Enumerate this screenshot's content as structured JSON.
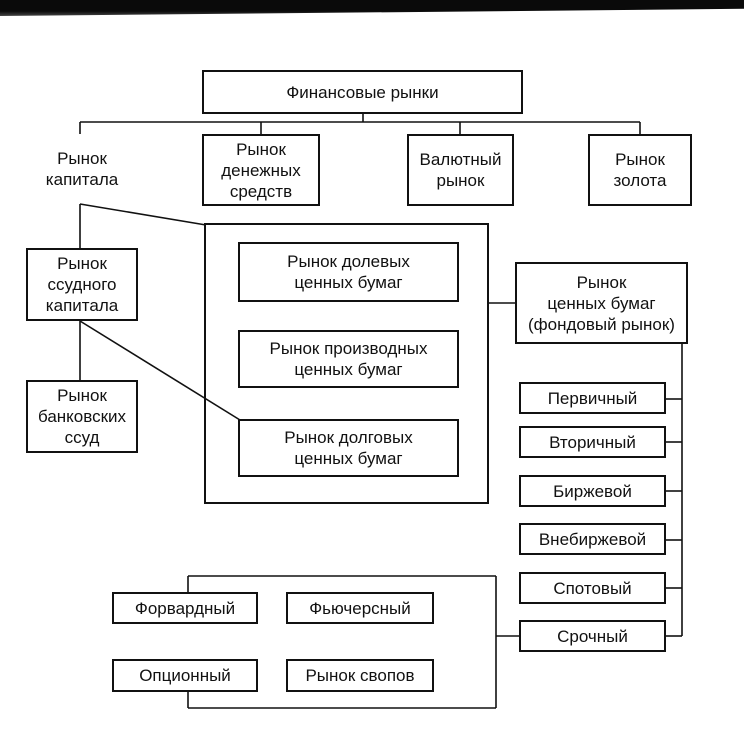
{
  "root": "Финансовые рынки",
  "level1": {
    "capital": "Рынок\nкапитала",
    "money": "Рынок\nденежных\nсредств",
    "currency": "Валютный\nрынок",
    "gold": "Рынок\nзолота"
  },
  "loan_capital": "Рынок\nссудного\nкапитала",
  "bank_loans": "Рынок\nбанковских\nссуд",
  "securities_types": {
    "equity": "Рынок долевых\nценных бумаг",
    "derivative": "Рынок производных\nценных бумаг",
    "debt": "Рынок долговых\nценных бумаг"
  },
  "securities_market": "Рынок\nценных бумаг\n(фондовый рынок)",
  "segments": [
    "Первичный",
    "Вторичный",
    "Биржевой",
    "Внебиржевой",
    "Спотовый",
    "Срочный"
  ],
  "derivatives": {
    "forward": "Форвардный",
    "futures": "Фьючерсный",
    "option": "Опционный",
    "swap": "Рынок свопов"
  }
}
